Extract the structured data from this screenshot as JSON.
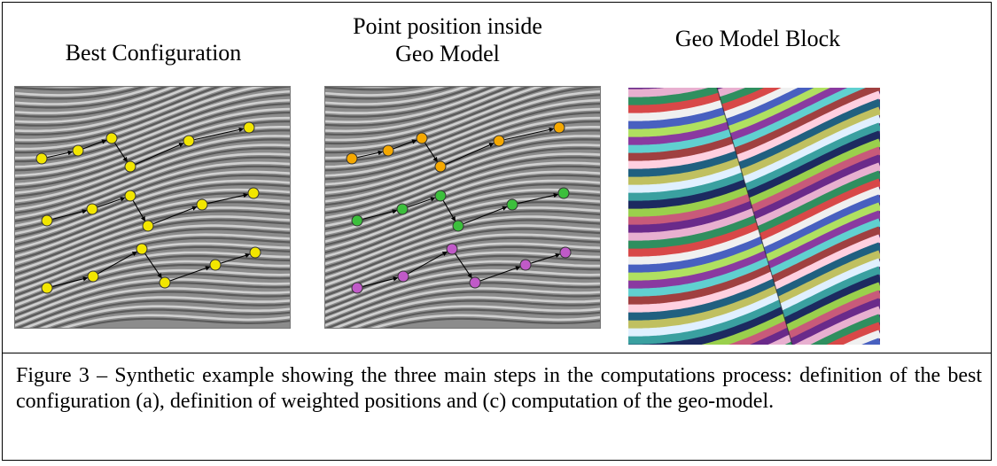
{
  "figure": {
    "panels": [
      {
        "title": "Best Configuration"
      },
      {
        "title_line1": "Point position inside",
        "title_line2": "Geo Model"
      },
      {
        "title": "Geo Model Block"
      }
    ],
    "caption": "Figure 3 – Synthetic example showing the three main steps in the computations process: definition of the best configuration (a), definition of weighted positions and (c) computation of the geo-model."
  },
  "colors": {
    "point_yellow": "#f2e600",
    "point_orange": "#f5a800",
    "point_green": "#3cbf3c",
    "point_magenta": "#c05ac8",
    "arrow": "#000000",
    "seismic_bg": "#8c8c8c"
  }
}
